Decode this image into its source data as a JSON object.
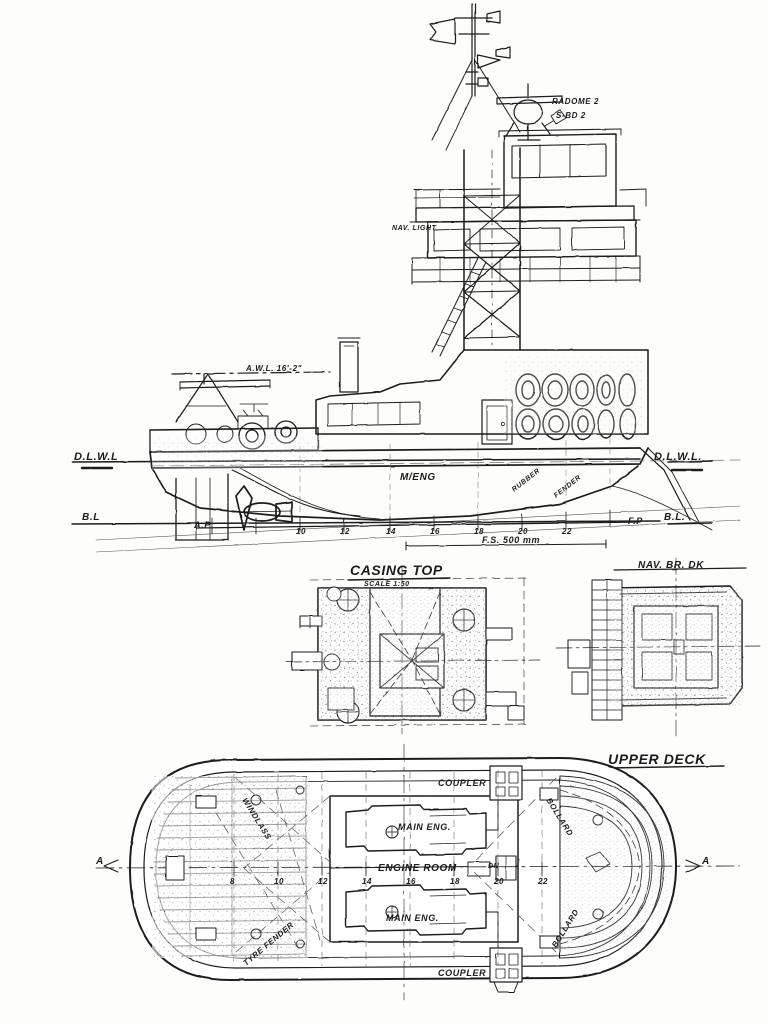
{
  "drawing": {
    "type": "naval-architecture-general-arrangement",
    "subject": "Harbour tug boat",
    "sheet_background": "#fdfdfc",
    "ink_color": "#1d1d1d"
  },
  "views": {
    "profile": {
      "title": "",
      "labels": {
        "dlwl_left": "D.L.W.L",
        "dlwl_right": "D.L.W.L.",
        "bl_left": "B.L",
        "bl_right": "B.L.",
        "midship_engine": "M/ENG",
        "frame_spacing": "F.S. 500 mm",
        "aft_perpendicular": "A.P",
        "fore_perpendicular": "F.P",
        "waterline_note": "A.W.L. 16'-2\"",
        "radar_note_1": "RADOME 2",
        "radar_note_2": "S-BD 2",
        "nav_note": "NAV. LIGHT",
        "fender_note_1": "RUBBER",
        "fender_note_2": "FENDER"
      },
      "station_numbers": [
        "10",
        "12",
        "14",
        "16",
        "18",
        "20",
        "22"
      ]
    },
    "casing_top": {
      "title": "CASING TOP",
      "subtitle": "SCALE 1:50"
    },
    "nav_bridge_deck": {
      "title": "NAV. BR. DK"
    },
    "upper_deck": {
      "title": "UPPER DECK",
      "labels": {
        "coupler_forward": "COUPLER",
        "coupler_aft": "COUPLER",
        "main_engine_port": "MAIN ENG.",
        "main_engine_stbd": "MAIN ENG.",
        "engine_room": "ENGINE ROOM",
        "windlass": "WINDLASS",
        "bollard_fwd": "BOLLARD",
        "bollard_aft": "BOLLARD",
        "tyre_fender": "TYRE FENDER",
        "sounding_note": "DN"
      },
      "station_numbers": [
        "8",
        "10",
        "12",
        "14",
        "16",
        "18",
        "20",
        "22"
      ]
    }
  },
  "annotations": {
    "scale_note": "F.S. 500 mm",
    "section_marks": [
      "A",
      "A"
    ]
  }
}
